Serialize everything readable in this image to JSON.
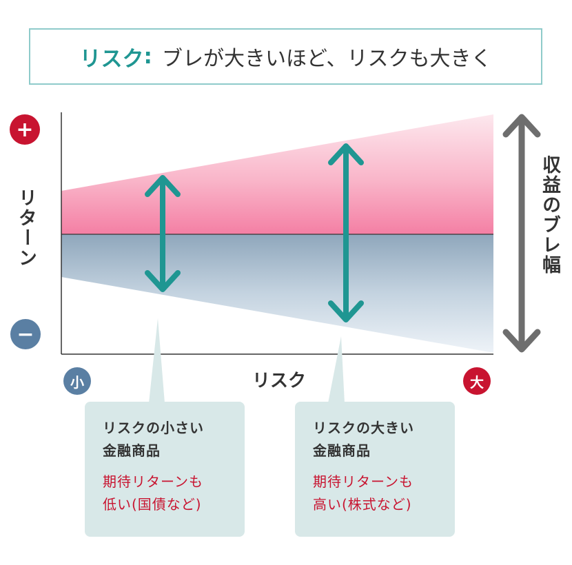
{
  "header": {
    "key": "リスク",
    "separator": ":",
    "text": "ブレが大きいほど、リスクも大きく"
  },
  "y_axis": {
    "plus_symbol": "+",
    "minus_symbol": "−",
    "label": "リターン"
  },
  "x_axis": {
    "label": "リスク",
    "low_badge": "小",
    "high_badge": "大"
  },
  "range_label": "収益のブレ幅",
  "cards": [
    {
      "title": "リスクの小さい\n金融商品",
      "sub": "期待リターンも\n低い(国債など)"
    },
    {
      "title": "リスクの大きい\n金融商品",
      "sub": "期待リターンも\n高い(株式など)"
    }
  ],
  "colors": {
    "teal": "#1f9692",
    "red": "#c81430",
    "blue_gray": "#5a7fa3",
    "pink_band": "#f47fa4",
    "blue_band": "#8fa7bc",
    "gray_arrow": "#6e6e6e",
    "card_bg": "#d8e8e8"
  },
  "icons": [
    "double-arrow-icon",
    "plus-icon",
    "minus-icon"
  ]
}
